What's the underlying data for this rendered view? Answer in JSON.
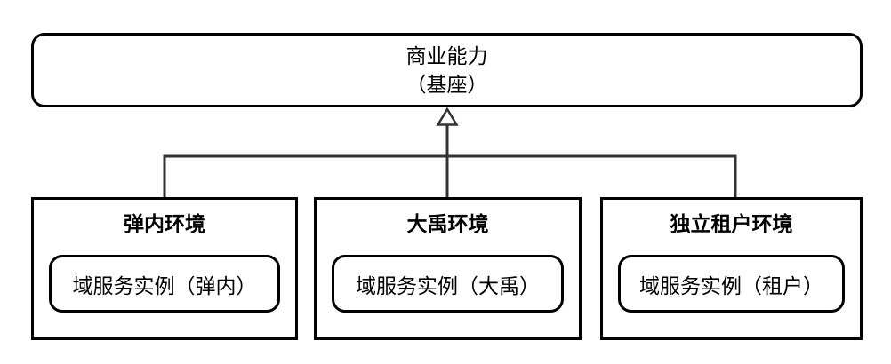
{
  "root": {
    "line1": "商业能力",
    "line2": "（基座）"
  },
  "children": [
    {
      "title": "弹内环境",
      "instance": "域服务实例（弹内）"
    },
    {
      "title": "大禹环境",
      "instance": "域服务实例（大禹）"
    },
    {
      "title": "独立租户环境",
      "instance": "域服务实例（租户）"
    }
  ],
  "colors": {
    "box_border": "#000000",
    "connector": "#333333",
    "background": "#ffffff"
  }
}
